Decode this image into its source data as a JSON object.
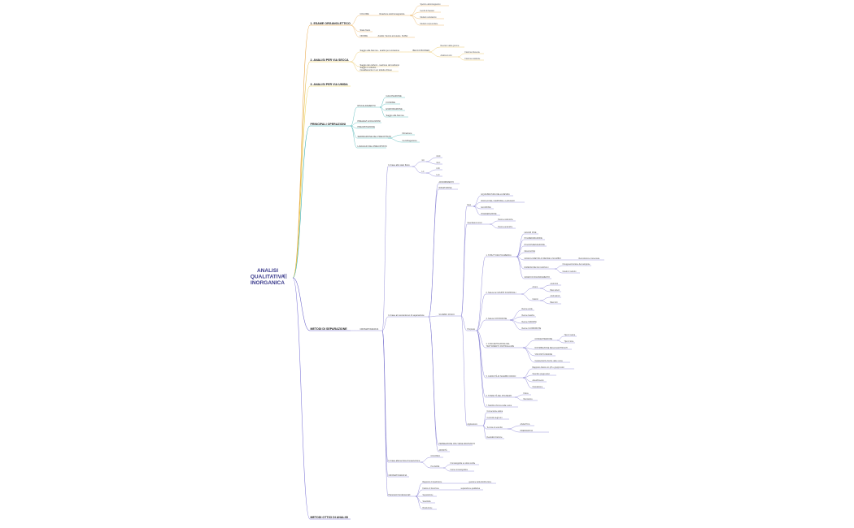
{
  "colors": {
    "root": "#3a3a8c",
    "branch1": "#e8a13a",
    "branch2": "#e6b93c",
    "branch3": "#ead35c",
    "branch4": "#2aa6a8",
    "branch5": "#6a63c9",
    "branch6": "#7b73d6"
  },
  "root": {
    "label": "ANALISI QUALITATIVA INORGANICA",
    "lines": [
      "ANALISI",
      "QUALITATIVA",
      "INORGANICA"
    ],
    "icon": "mind-map-icon"
  },
  "branches": [
    {
      "label": "1. ESAME ORGANOLETTICO",
      "children": [
        {
          "label": "COLORE",
          "children": [
            {
              "label": "Reazione elettromagnetica",
              "children": [
                {
                  "label": "Spettro elettromagnetico"
                },
                {
                  "label": "Cerchi di Newton"
                },
                {
                  "label": "Modello ondulatorio"
                },
                {
                  "label": "Modello corpuscolare"
                }
              ]
            }
          ]
        },
        {
          "label": "Stato fisico"
        },
        {
          "label": "ODORE",
          "children": [
            {
              "label": "Analisi: Senza annusare. Sniffar"
            }
          ]
        }
      ]
    },
    {
      "label": "2. ANALISI PER VIA SECCA",
      "children": [
        {
          "label": "Saggio alla fiamma - analisi per emissione",
          "children": [
            {
              "label": "BECCO BUNSEN",
              "children": [
                {
                  "label": "Reazioni della gomma"
                },
                {
                  "label": "Analisi al colo",
                  "children": [
                    {
                      "label": "Fiamma riducente"
                    },
                    {
                      "label": "Fiamma ossidante"
                    }
                  ]
                }
              ]
            }
          ]
        },
        {
          "label": "Saggio dei carboni - reazione del carbonio"
        },
        {
          "label": "Saggio in cilindro - riscaldamento in un tubetto chiuso"
        }
      ]
    },
    {
      "label": "3. ANALISI PER VIA UMIDA",
      "children": []
    },
    {
      "label": "PRINCIPALI OPERAZIONI",
      "children": [
        {
          "label": "RISCALDAMENTO",
          "children": [
            {
              "label": "CALCINAZIONE"
            },
            {
              "label": "FUSIONE"
            },
            {
              "label": "EVAPORAZIONE"
            },
            {
              "label": "Saggio alla fiamma"
            }
          ]
        },
        {
          "label": "PRELIEVI E DILUIZIONI"
        },
        {
          "label": "PRECIPITAZIONE"
        },
        {
          "label": "SEPARAZIONE DEL PRECIPITATO",
          "children": [
            {
              "label": "Filtrazione"
            },
            {
              "label": "Centrifugazione"
            }
          ]
        },
        {
          "label": "LAVAGGIO DEL PRECIPITATO"
        }
      ]
    },
    {
      "label": "METODI DI SEPARAZIONE",
      "children": [
        {
          "label": "CROMATOGRAFIA",
          "children": [
            {
              "label": "In base allo stato fisico",
              "children": [
                {
                  "label": "GC",
                  "children": [
                    {
                      "label": "GSC"
                    },
                    {
                      "label": "GLC"
                    }
                  ]
                },
                {
                  "label": "LC",
                  "children": [
                    {
                      "label": "LSC"
                    },
                    {
                      "label": "LLC"
                    }
                  ]
                }
              ]
            },
            {
              "label": "In base al meccanismo di separazione",
              "children": [
                {
                  "label": "ADSORBIMENTO"
                },
                {
                  "label": "RIPARTIZIONE"
                },
                {
                  "label": "SCAMBIO IONICO",
                  "children": [
                    {
                      "label": "Resi",
                      "children": [
                        {
                          "label": "EQUILIBRATURA DELLA RESINA"
                        },
                        {
                          "label": "RICICLO DEL CAMPIONE e LAVAGGIO"
                        },
                        {
                          "label": "ELUIZIONE"
                        },
                        {
                          "label": "RIGENERAZIONE"
                        }
                      ]
                    },
                    {
                      "label": "Scambiatori ionici",
                      "children": [
                        {
                          "label": "Resine cationiche"
                        },
                        {
                          "label": "Resine anioniche"
                        }
                      ]
                    },
                    {
                      "label": "Proprietà",
                      "children": [
                        {
                          "label": "1. STRUTTURA POLIMERICA",
                          "children": [
                            {
                              "label": "LEGAMI IONE"
                            },
                            {
                              "label": "POLIMERIZZAZIONE"
                            },
                            {
                              "label": "POLICONDENSAZIONE"
                            },
                            {
                              "label": "CELLULOSA"
                            },
                            {
                              "label": "GRANULOMETRIA DI RESINE A SCAMBIO",
                              "children": [
                                {
                                  "label": "Reticolazione trasversale"
                                }
                              ]
                            },
                            {
                              "label": "DIMENSIONE DEI GRANULI",
                              "children": [
                                {
                                  "label": "Omogeneizzazione del campione"
                                },
                                {
                                  "label": "Grado di reticolo"
                                }
                              ]
                            },
                            {
                              "label": "GRADO DI RIGONFIAMENTO"
                            }
                          ]
                        },
                        {
                          "label": "2. Natura dei GRUPPI FUNZIONALI",
                          "children": [
                            {
                              "label": "Anioni",
                              "children": [
                                {
                                  "label": "Acidi forti"
                                },
                                {
                                  "label": "Basi deboli"
                                }
                              ]
                            },
                            {
                              "label": "Cationi",
                              "children": [
                                {
                                  "label": "Acidi deboli"
                                },
                                {
                                  "label": "Basi forti"
                                }
                              ]
                            }
                          ]
                        },
                        {
                          "label": "3. Natura CONTROIONE",
                          "children": [
                            {
                              "label": "Resine acide"
                            },
                            {
                              "label": "Resine basiche"
                            },
                            {
                              "label": "Resine SODICHE"
                            },
                            {
                              "label": "Resine CLORIDRICHE"
                            }
                          ]
                        },
                        {
                          "label": "4. CONCENTRAZIONE DEL TRATTAMENTO PARTICELLARE",
                          "children": [
                            {
                              "label": "CONCENTRAZIONE",
                              "children": [
                                {
                                  "label": "Tipo di resina"
                                },
                                {
                                  "label": "Tipo di ione"
                                }
                              ]
                            },
                            {
                              "label": "DISTRIBUZIONE DEGLI ELETTROLITI"
                            },
                            {
                              "label": "VISCOSITÀ RESINE"
                            },
                            {
                              "label": "Caratteristiche fisiche delle resine"
                            }
                          ]
                        },
                        {
                          "label": "5. CAPACITÀ DI SCAMBIO IONICO",
                          "children": [
                            {
                              "label": "Rapporto diretto con pH e gruppi ionici"
                            },
                            {
                              "label": "Scambio pregressivo"
                            },
                            {
                              "label": "Assorbimento"
                            },
                            {
                              "label": "Ossidazione"
                            }
                          ]
                        },
                        {
                          "label": "6. STABILITÀ DEL POLIMERO",
                          "children": [
                            {
                              "label": "Fisica"
                            },
                            {
                              "label": "Meccanica"
                            }
                          ]
                        },
                        {
                          "label": "7. Stabilità chimica della resina"
                        }
                      ]
                    },
                    {
                      "label": "Applicazioni",
                      "children": [
                        {
                          "label": "Conversione salina"
                        },
                        {
                          "label": "Controllo degli ioni"
                        },
                        {
                          "label": "Tecnica di scambio",
                          "children": [
                            {
                              "label": "ANALITICA"
                            },
                            {
                              "label": "PREPARATIVA"
                            }
                          ]
                        },
                        {
                          "label": "Dealcalinizzazione"
                        }
                      ]
                    }
                  ]
                },
                {
                  "label": "PERMEAZIONE CHE VIENE MANTENUTA"
                },
                {
                  "label": "AFFINITÀ"
                }
              ]
            },
            {
              "label": "In base alla tecnica di esecuzione",
              "children": [
                {
                  "label": "COLONNA"
                },
                {
                  "label": "PLANARE",
                  "children": [
                    {
                      "label": "Cromatografia su strato sottile"
                    },
                    {
                      "label": "Carta cromatografica"
                    }
                  ]
                }
              ]
            },
            {
              "label": "CROMATOGRAFIA"
            },
            {
              "label": "Parametri fondamentali",
              "children": [
                {
                  "label": "Rapporto di ripartizione",
                  "children": [
                    {
                      "label": "gestione della distribuzione"
                    }
                  ]
                },
                {
                  "label": "Fattore di ritenzione",
                  "children": [
                    {
                      "label": "separazione qualitativa"
                    }
                  ]
                },
                {
                  "label": "Separazione"
                },
                {
                  "label": "Selettività"
                },
                {
                  "label": "Risoluzione"
                }
              ]
            }
          ]
        }
      ]
    },
    {
      "label": "METODI OTTICI DI ANALISI",
      "children": []
    }
  ]
}
